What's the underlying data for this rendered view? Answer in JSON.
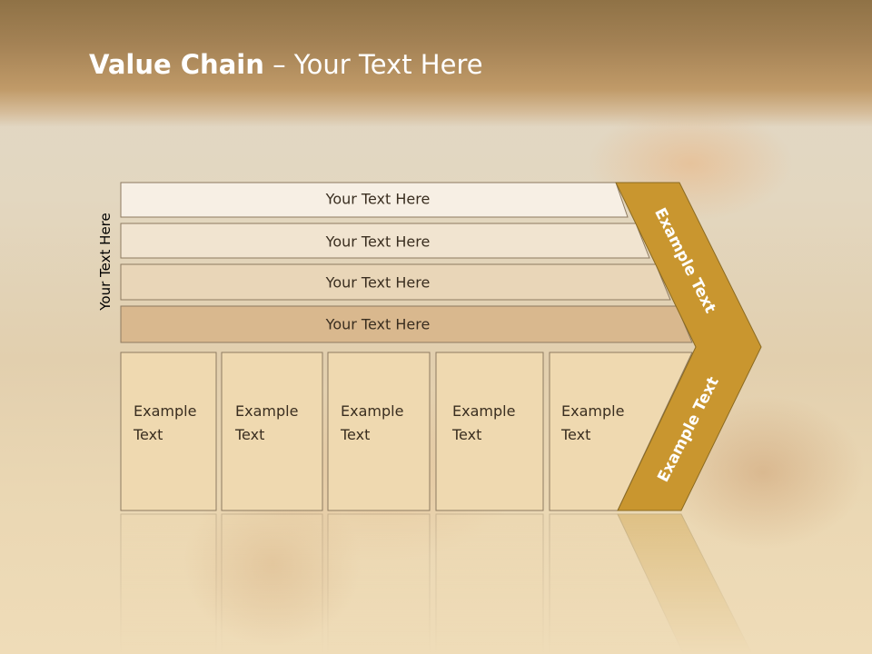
{
  "slide": {
    "title_bold": "Value Chain",
    "title_rest": " – Your Text Here",
    "side_label": "Your Text Here",
    "bars": [
      {
        "label": "Your Text Here"
      },
      {
        "label": "Your Text Here"
      },
      {
        "label": "Your Text Here"
      },
      {
        "label": "Your Text Here"
      }
    ],
    "boxes": [
      {
        "label": "Example\nText"
      },
      {
        "label": "Example\nText"
      },
      {
        "label": "Example\nText"
      },
      {
        "label": "Example\nText"
      },
      {
        "label": "Example\nText"
      }
    ],
    "arrow_upper_label": "Example Text",
    "arrow_lower_label": "Example Text"
  },
  "colors": {
    "bar_fills": [
      "#f7efe4",
      "#f1e4d0",
      "#e9d6b8",
      "#d9b88e"
    ],
    "box_fill": "#efd9b0",
    "arrow_fill": "#c9962f",
    "outline": "#8d7a60"
  }
}
